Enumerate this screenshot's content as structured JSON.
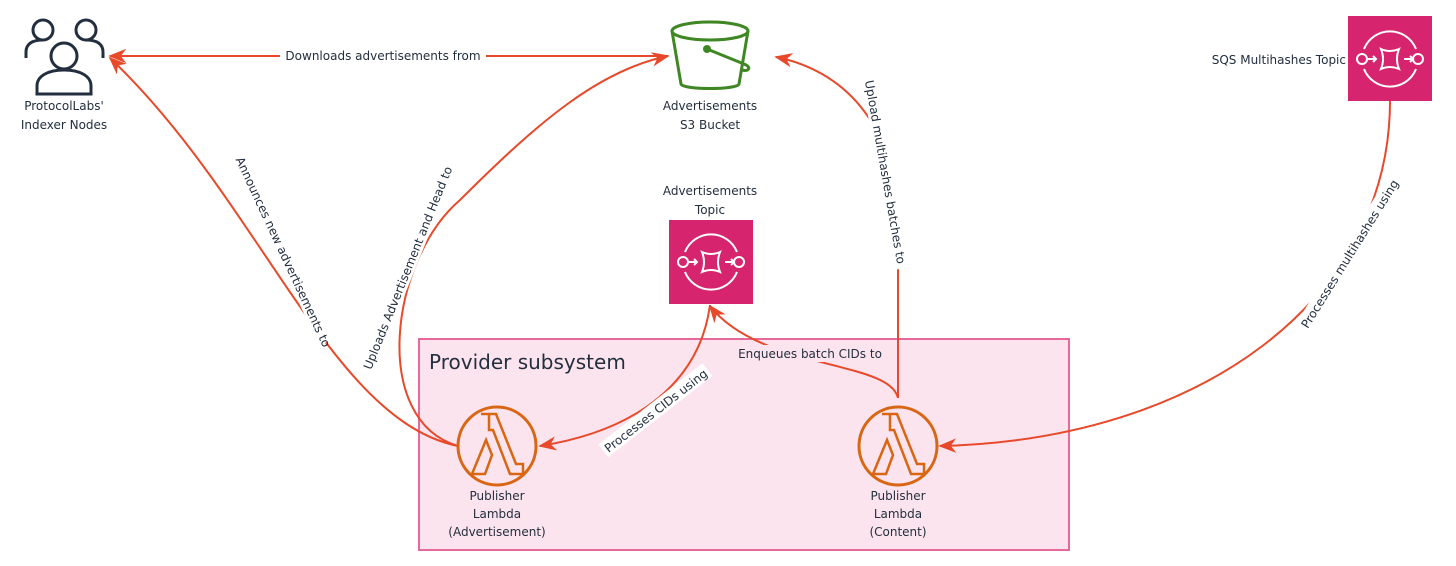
{
  "colors": {
    "edge": "#e8492a",
    "sqs": "#d6246e",
    "lambda": "#d86613",
    "s3": "#3f8624",
    "users": "#232f3e",
    "subsystem_fill": "#fce4ef",
    "subsystem_stroke": "#e7699a"
  },
  "nodes": {
    "indexer": {
      "icon": "users-icon",
      "label_line1": "ProtocolLabs'",
      "label_line2": "Indexer Nodes"
    },
    "bucket": {
      "icon": "s3-bucket-icon",
      "label_line1": "Advertisements",
      "label_line2": "S3 Bucket"
    },
    "ads_topic": {
      "icon": "sqs-queue-icon",
      "label_line1": "Advertisements",
      "label_line2": "Topic"
    },
    "mh_topic": {
      "icon": "sqs-queue-icon",
      "label": "SQS Multihashes Topic"
    },
    "lambda_ad": {
      "icon": "lambda-icon",
      "label_line1": "Publisher",
      "label_line2": "Lambda",
      "label_line3": "(Advertisement)"
    },
    "lambda_content": {
      "icon": "lambda-icon",
      "label_line1": "Publisher",
      "label_line2": "Lambda",
      "label_line3": "(Content)"
    }
  },
  "group": {
    "title": "Provider subsystem"
  },
  "edges": {
    "downloads": "Downloads advertisements from",
    "announces": "Announces new advertisements to",
    "uploads_ad": "Uploads Advertisement and Head to",
    "upload_mh": "Upload multihashes batches to",
    "processes_cids": "Processes CIDs using",
    "enqueues": "Enqueues batch CIDs to",
    "processes_mh": "Processes multihashes using"
  }
}
